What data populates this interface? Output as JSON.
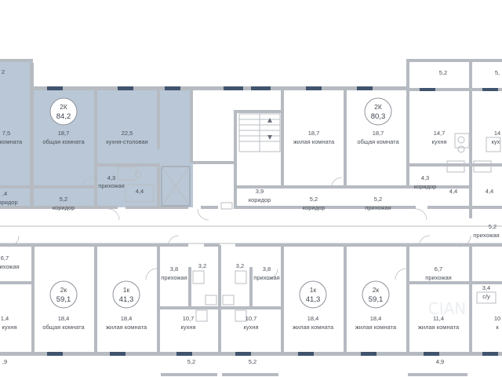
{
  "colors": {
    "highlight": "#b9c7d6",
    "wall": "#b6bac1",
    "window": "#41546e",
    "text": "#4a4f57",
    "badge_fill": "#ffffff"
  },
  "watermark": "CIAN",
  "apartments": [
    {
      "id": "apt-top-1",
      "type": "2К",
      "area": "84,2"
    },
    {
      "id": "apt-top-2",
      "type": "2К",
      "area": "80,3"
    },
    {
      "id": "apt-bot-1",
      "type": "2к",
      "area": "59,1"
    },
    {
      "id": "apt-bot-2",
      "type": "1к",
      "area": "41,3"
    },
    {
      "id": "apt-bot-3",
      "type": "1к",
      "area": "41,3"
    },
    {
      "id": "apt-bot-4",
      "type": "2к",
      "area": "59,1"
    }
  ],
  "rooms": [
    {
      "id": "top-left-balcony",
      "value": "2",
      "label": ""
    },
    {
      "id": "top-left-edge",
      "value": "7,5",
      "label": "комната"
    },
    {
      "id": "top-left-edge-corridor",
      "value": ",4",
      "label": "оридор"
    },
    {
      "id": "top-84-living",
      "value": "18,7",
      "label": "общая комната"
    },
    {
      "id": "top-84-kitchen",
      "value": "22,5",
      "label": "кухня-столовая"
    },
    {
      "id": "top-84-hall",
      "value": "4,3",
      "label": "прихожая"
    },
    {
      "id": "top-84-corridor",
      "value": "5,2",
      "label": "коридор"
    },
    {
      "id": "top-84-bath",
      "value": "4,4",
      "label": ""
    },
    {
      "id": "top-core-corridor",
      "value": "3,9",
      "label": "коридор"
    },
    {
      "id": "top-80-bedroom",
      "value": "18,7",
      "label": "жилая комната"
    },
    {
      "id": "top-80-living",
      "value": "18,7",
      "label": "общая комната"
    },
    {
      "id": "top-80-corridor",
      "value": "5,2",
      "label": "коридор"
    },
    {
      "id": "top-80-hall",
      "value": "5,2",
      "label": "прихожая"
    },
    {
      "id": "top-80-balcony",
      "value": "5,2",
      "label": ""
    },
    {
      "id": "top-80-kitchen",
      "value": "14,7",
      "label": "кухня"
    },
    {
      "id": "top-80-corridor2",
      "value": "4,3",
      "label": "коридор"
    },
    {
      "id": "top-80-bath1",
      "value": "4,4",
      "label": ""
    },
    {
      "id": "top-80-bath2",
      "value": "4,4",
      "label": ""
    },
    {
      "id": "top-right-balcony",
      "value": "5,",
      "label": ""
    },
    {
      "id": "top-right-kitchen",
      "value": "14",
      "label": "кух"
    },
    {
      "id": "mid-right-hall",
      "value": "5,2",
      "label": "прихожая"
    },
    {
      "id": "bot-left-hall",
      "value": "6,7",
      "label": "рихожая"
    },
    {
      "id": "bot-left-room",
      "value": "1,4",
      "label": "кухня"
    },
    {
      "id": "bot-left-balcony",
      "value": ",9",
      "label": ""
    },
    {
      "id": "bot-59a-living",
      "value": "18,4",
      "label": "общая комната"
    },
    {
      "id": "bot-41a-living",
      "value": "18,4",
      "label": "жилая комната"
    },
    {
      "id": "bot-41a-hall",
      "value": "3,8",
      "label": "прихожая"
    },
    {
      "id": "bot-41a-bath",
      "value": "3,2",
      "label": ""
    },
    {
      "id": "bot-41a-kitchen",
      "value": "10,7",
      "label": "кухня"
    },
    {
      "id": "bot-41a-balcony",
      "value": "5,2",
      "label": ""
    },
    {
      "id": "bot-41b-bath",
      "value": "3,2",
      "label": ""
    },
    {
      "id": "bot-41b-hall",
      "value": "3,8",
      "label": "прихожая"
    },
    {
      "id": "bot-41b-kitchen",
      "value": "10,7",
      "label": "кухня"
    },
    {
      "id": "bot-41b-balcony",
      "value": "5,2",
      "label": ""
    },
    {
      "id": "bot-41b-living",
      "value": "18,4",
      "label": "жилая комната"
    },
    {
      "id": "bot-59b-living",
      "value": "18,4",
      "label": "жилая комната"
    },
    {
      "id": "bot-59b-hall",
      "value": "6,7",
      "label": "прихожая"
    },
    {
      "id": "bot-59b-room",
      "value": "11,4",
      "label": "жилая комната"
    },
    {
      "id": "bot-59b-balcony",
      "value": "4,9",
      "label": ""
    },
    {
      "id": "bot-right-bath",
      "value": "3,4",
      "label": "с/у"
    },
    {
      "id": "bot-right-edge",
      "value": "10",
      "label": "к"
    }
  ]
}
